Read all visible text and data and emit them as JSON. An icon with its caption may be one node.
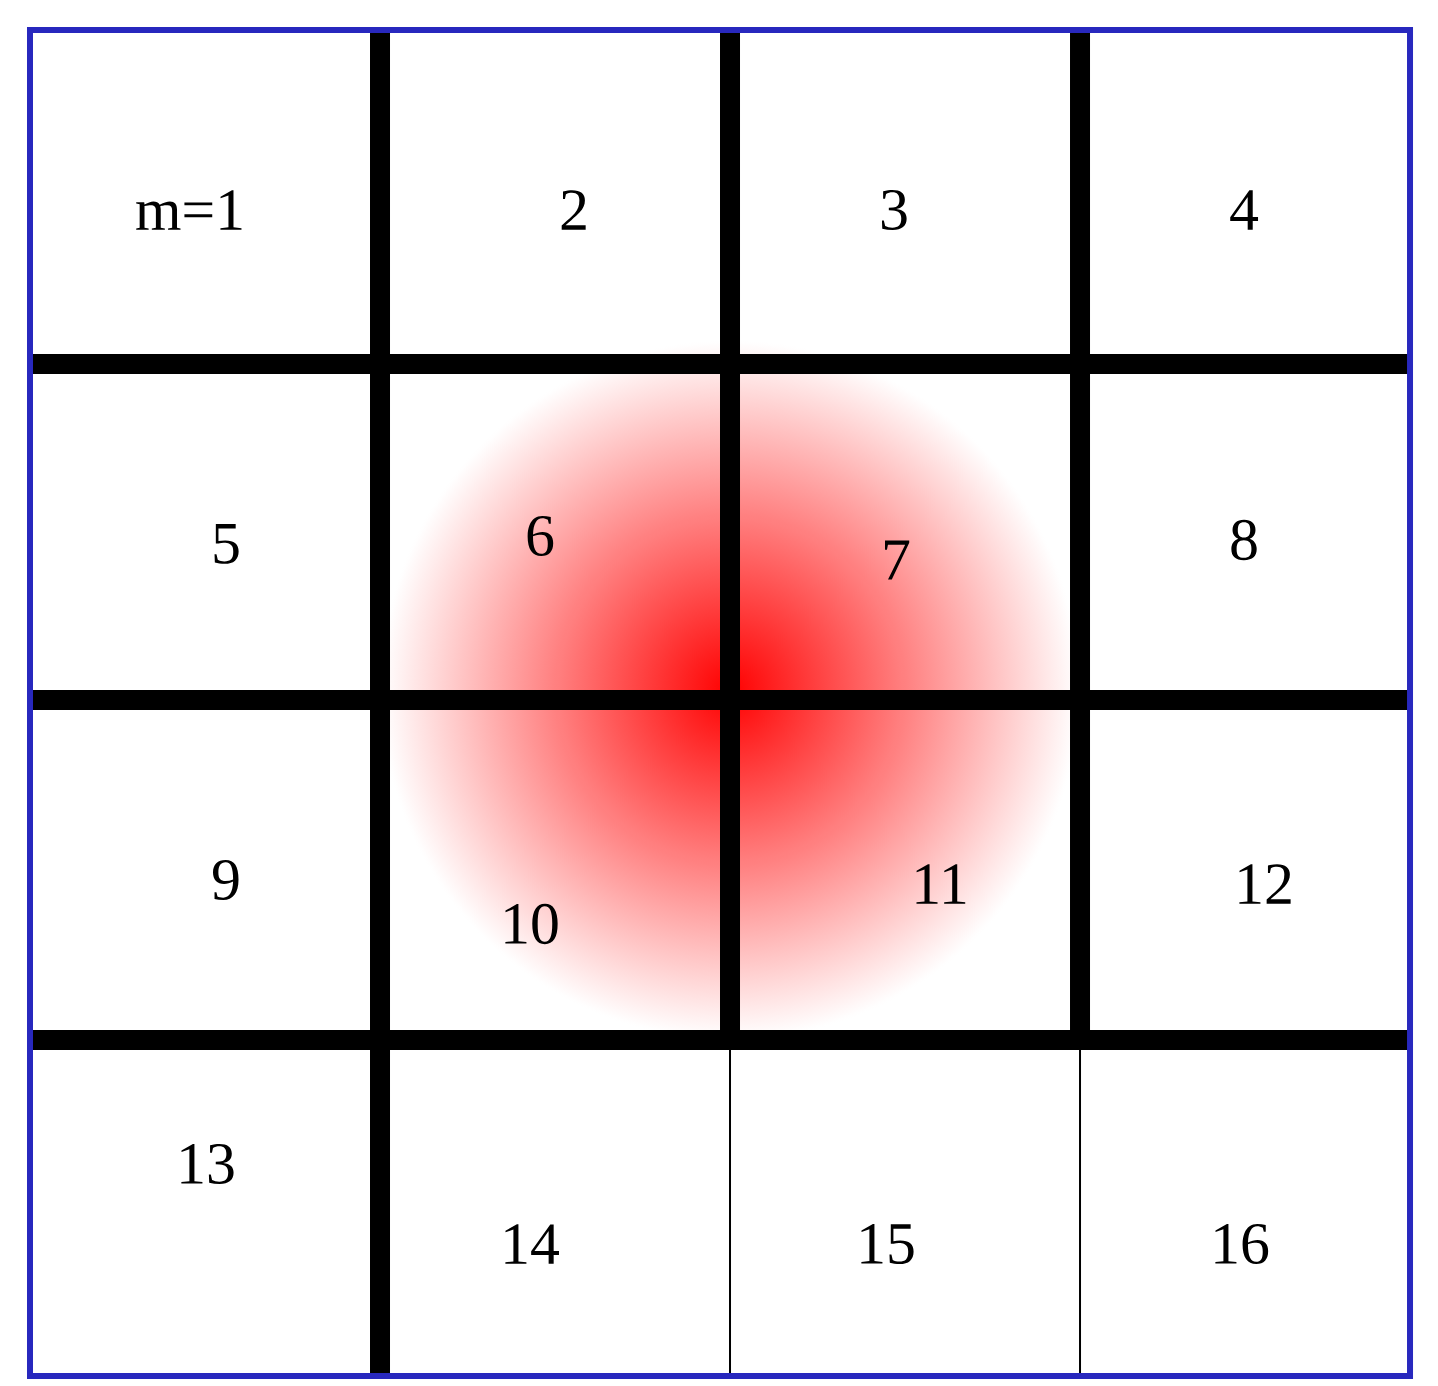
{
  "diagram": {
    "labels": [
      "m=1",
      "2",
      "3",
      "4",
      "5",
      "6",
      "7",
      "8",
      "9",
      "10",
      "11",
      "12",
      "13",
      "14",
      "15",
      "16"
    ]
  }
}
